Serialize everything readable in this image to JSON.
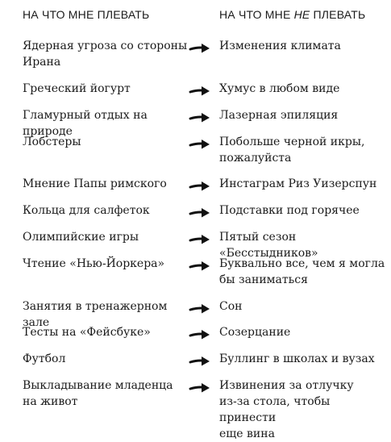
{
  "header": {
    "left": "НА ЧТО МНЕ ПЛЕВАТЬ",
    "right_prefix": "НА ЧТО МНЕ ",
    "right_em": "НЕ",
    "right_suffix": " ПЛЕВАТЬ"
  },
  "rows": [
    {
      "left": "Ядерная угроза со стороны\nИрана",
      "right": "Изменения климата"
    },
    {
      "left": "Греческий йогурт",
      "right": "Хумус в любом виде"
    },
    {
      "left": "Гламурный отдых на природе",
      "right": "Лазерная эпиляция"
    },
    {
      "left": "Лобстеры",
      "right": "Побольше черной икры,\nпожалуйста"
    },
    {
      "left": "Мнение Папы римского",
      "right": "Инстаграм Риз Уизерспун"
    },
    {
      "left": "Кольца для салфеток",
      "right": "Подставки под горячее"
    },
    {
      "left": "Олимпийские игры",
      "right": "Пятый сезон «Бесстыдников»"
    },
    {
      "left": "Чтение «Нью-Йоркера»",
      "right": "Буквально все, чем я могла\nбы заниматься"
    },
    {
      "left": "Занятия в тренажерном зале",
      "right": "Сон"
    },
    {
      "left": "Тесты на «Фейсбуке»",
      "right": "Созерцание"
    },
    {
      "left": "Футбол",
      "right": "Буллинг в школах и вузах"
    },
    {
      "left": "Выкладывание младенца\nна живот",
      "right": "Извинения за отлучку\nиз-за стола, чтобы принести\nеще вина"
    }
  ],
  "icons": {
    "arrow": "arrow-right-icon"
  }
}
